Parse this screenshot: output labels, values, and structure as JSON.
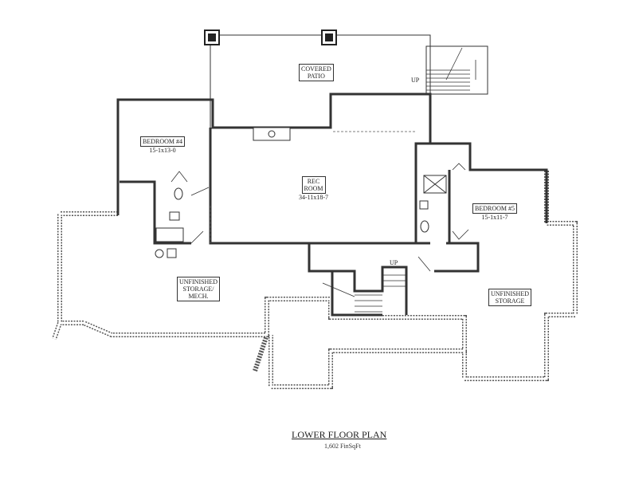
{
  "plan": {
    "title": "LOWER FLOOR PLAN",
    "area": "1,602 FinSqFt"
  },
  "rooms": {
    "patio": {
      "name_line1": "COVERED",
      "name_line2": "PATIO"
    },
    "bedroom4": {
      "name": "BEDROOM #4",
      "dims": "15-1x13-0"
    },
    "rec": {
      "name_line1": "REC",
      "name_line2": "ROOM",
      "dims": "34-11x18-7"
    },
    "bedroom5": {
      "name": "BEDROOM #5",
      "dims": "15-1x11-7"
    },
    "storage_left": {
      "name_line1": "UNFINISHED",
      "name_line2": "STORAGE/",
      "name_line3": "MECH."
    },
    "storage_right": {
      "name_line1": "UNFINISHED",
      "name_line2": "STORAGE"
    }
  },
  "stairs": {
    "patio_up": "UP",
    "interior_up": "UP"
  },
  "colors": {
    "wall": "#333333",
    "foundation": "#888888"
  }
}
